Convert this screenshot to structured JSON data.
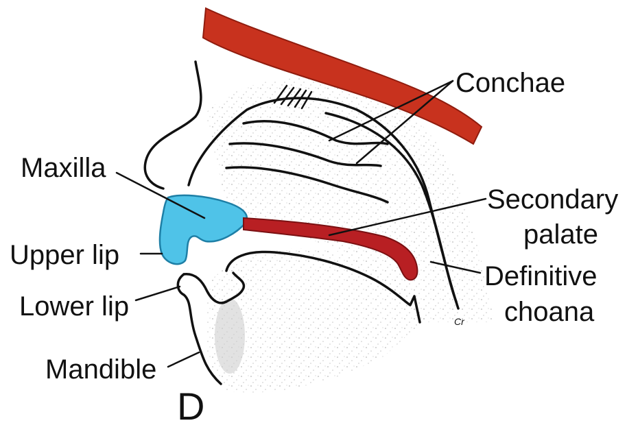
{
  "labels": {
    "conchae": "Conchae",
    "maxilla": "Maxilla",
    "secondary_palate_1": "Secondary",
    "secondary_palate_2": "palate",
    "upper_lip": "Upper lip",
    "definitive_choana_1": "Definitive",
    "definitive_choana_2": "choana",
    "lower_lip": "Lower lip",
    "mandible": "Mandible",
    "panel_letter": "D",
    "small_mark": "Cr"
  },
  "colors": {
    "cranial_base": "#c8321e",
    "cranial_base_edge": "#8f1c0e",
    "maxilla": "#4fc3e8",
    "maxilla_edge": "#1d7fa6",
    "secondary_palate": "#b81f23",
    "stipple": "#b9b9b9",
    "line": "#111111"
  }
}
